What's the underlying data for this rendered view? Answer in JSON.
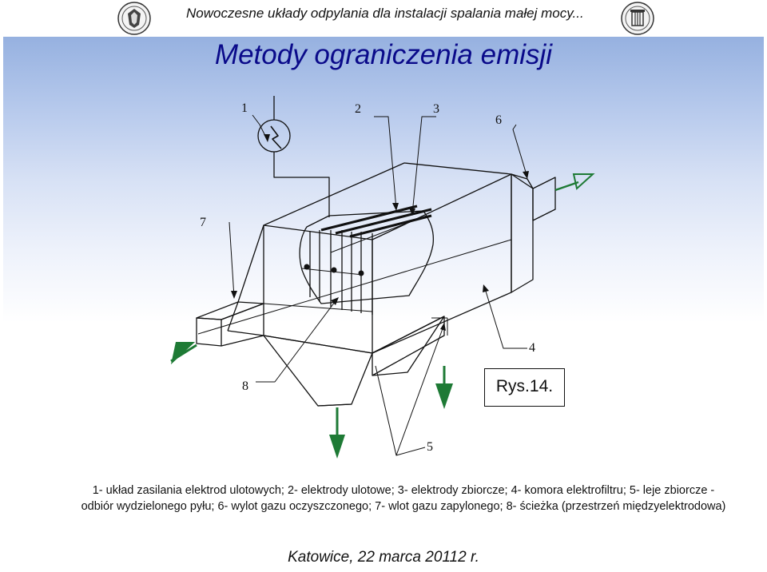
{
  "header": {
    "text": "Nowoczesne układy odpylania dla instalacji spalania małej mocy..."
  },
  "slide": {
    "title": "Metody ograniczenia emisji",
    "figure_label": "Rys.14.",
    "caption": "1- układ zasilania elektrod ulotowych; 2- elektrody ulotowe; 3- elektrody zbiorcze; 4- komora elektrofiltru; 5- leje zbiorcze - odbiór wydzielonego pyłu; 6- wylot gazu oczyszczonego; 7- wlot gazu zapylonego; 8- ścieżka (przestrzeń międzyelektrodowa)"
  },
  "diagram": {
    "labels": {
      "n1": "1",
      "n2": "2",
      "n3": "3",
      "n4": "4",
      "n5": "5",
      "n6": "6",
      "n7": "7",
      "n8": "8"
    },
    "arrow_color": "#1e7a35"
  },
  "footer": {
    "text": "Katowice, 22 marca 20112 r."
  }
}
